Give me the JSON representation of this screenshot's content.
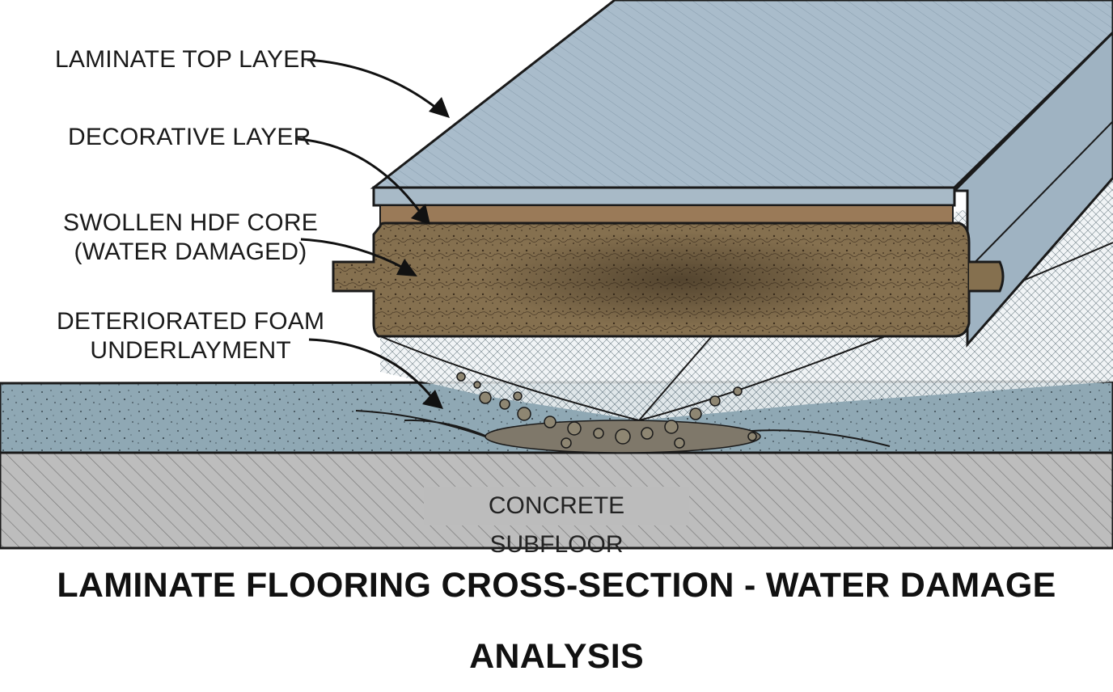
{
  "labels": {
    "top_layer": "LAMINATE TOP LAYER",
    "decorative": "DECORATIVE LAYER",
    "core_line1": "SWOLLEN HDF CORE",
    "core_line2": "(WATER DAMAGED)",
    "foam_line1": "DETERIORATED FOAM",
    "foam_line2": "UNDERLAYMENT",
    "subfloor": "CONCRETE SUBFLOOR"
  },
  "title": "LAMINATE FLOORING CROSS-SECTION - WATER DAMAGE ANALYSIS",
  "colors": {
    "top_layer": "#9fb4c2",
    "decorative": "#9a7a58",
    "core": "#7e6a4f",
    "foam": "#8fa7b3",
    "subfloor": "#bcbcbc",
    "outline": "#1a1a1a"
  }
}
